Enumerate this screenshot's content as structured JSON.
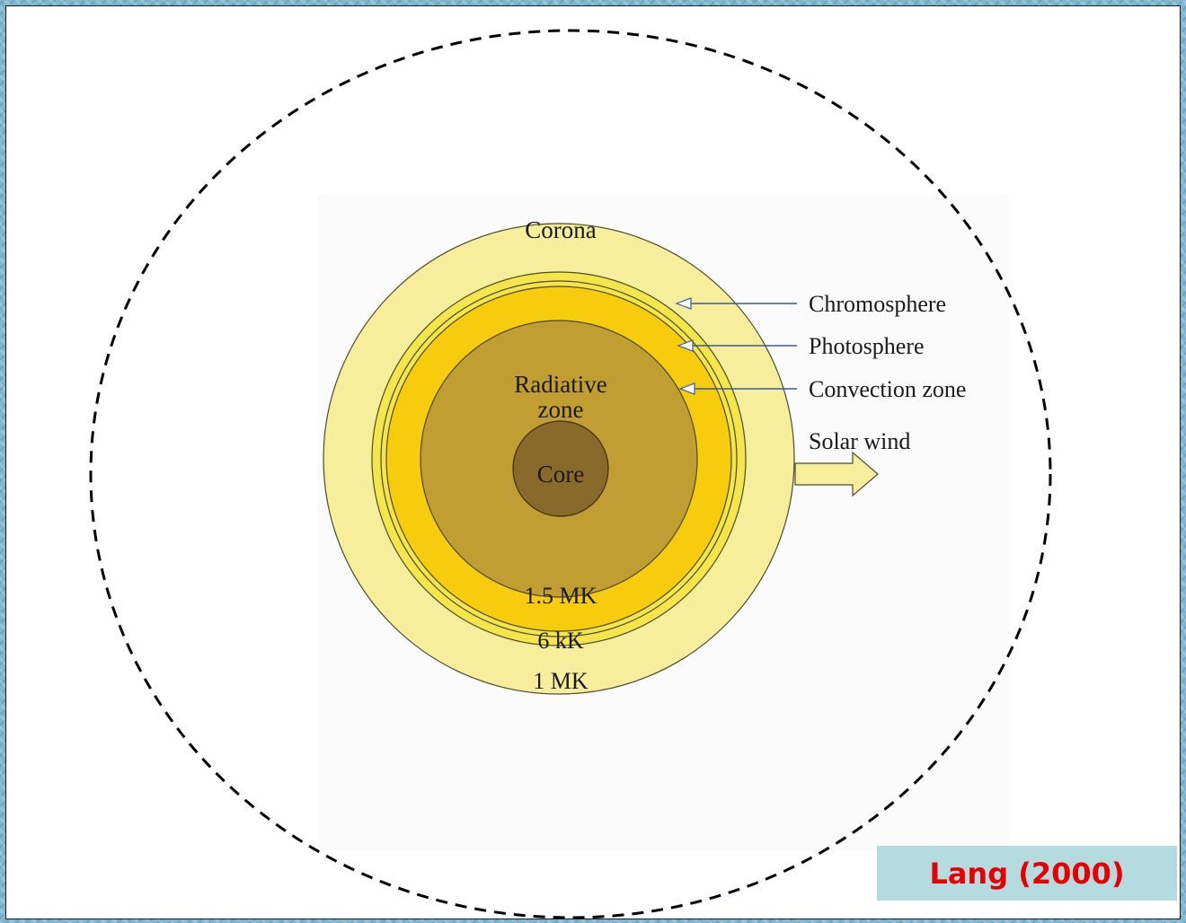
{
  "diagram": {
    "labels": {
      "corona": "Corona",
      "chromosphere": "Chromosphere",
      "photosphere": "Photosphere",
      "convection_zone": "Convection zone",
      "solar_wind": "Solar wind",
      "radiative_zone_line1": "Radiative",
      "radiative_zone_line2": "zone",
      "core": "Core",
      "temp_inner": "1.5 MK",
      "temp_photosphere": "6 kK",
      "temp_corona": "1 MK"
    },
    "colors": {
      "corona": "#f7ee9c",
      "chromosphere": "#f4e64a",
      "convection_zone": "#f6cc0c",
      "radiative_zone": "#c09e32",
      "core": "#8a6a2a",
      "pointer_lines": "#3a5a9a",
      "dashed_boundary": "#000000"
    }
  },
  "citation": "Lang (2000)"
}
